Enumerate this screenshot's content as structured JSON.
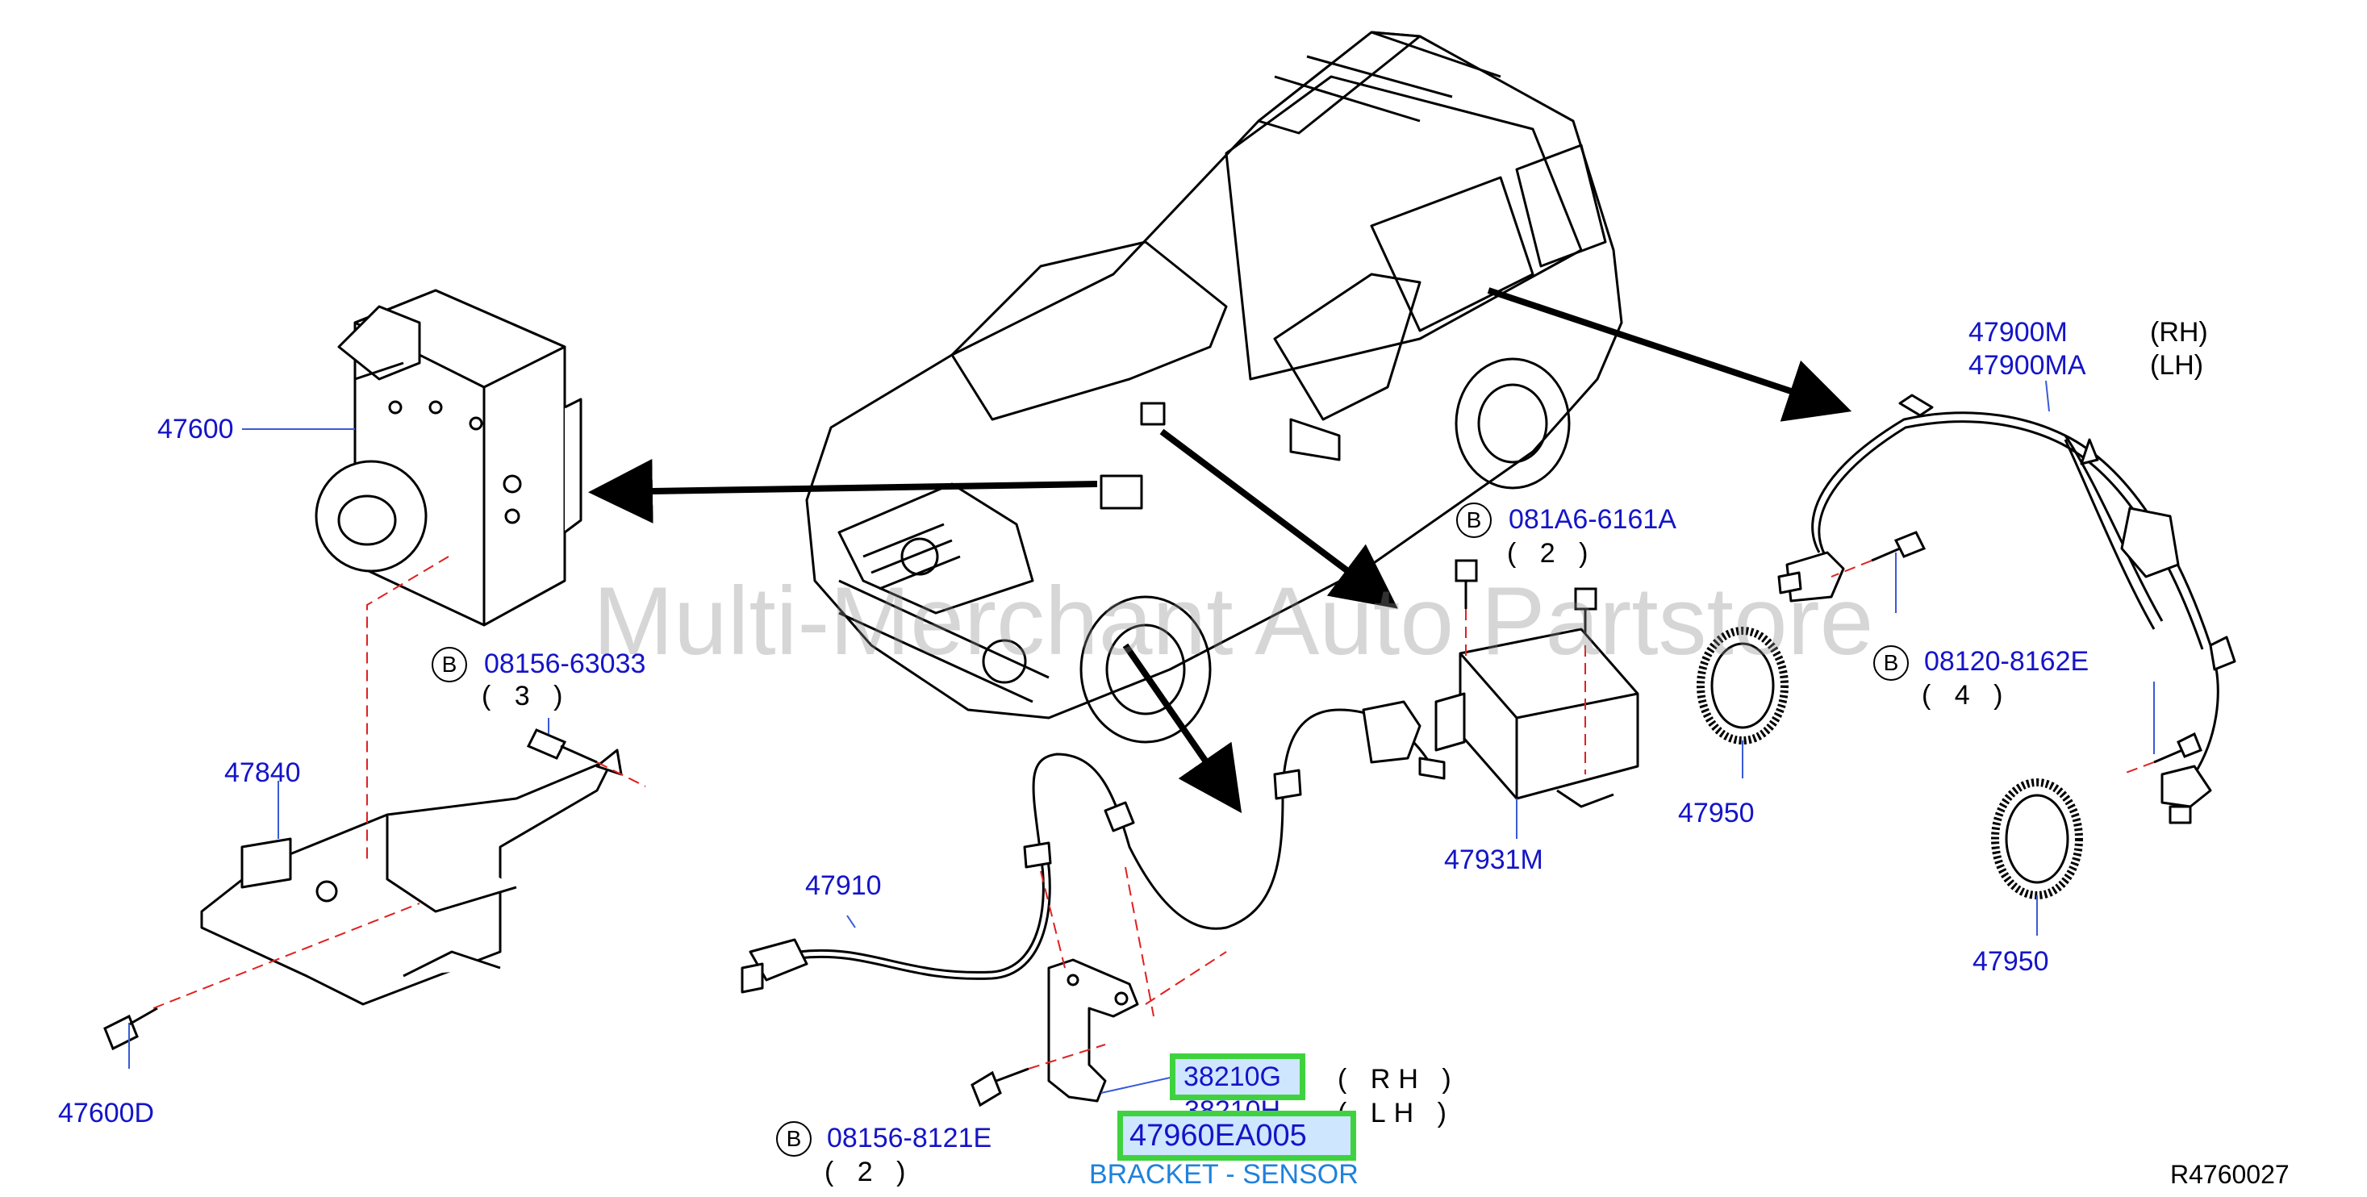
{
  "watermark": "Multi-Merchant Auto Partstore",
  "reference": "R4760027",
  "bolt_marker": "B",
  "labels": {
    "abs_actuator": "47600",
    "abs_bolt": "08156-63033",
    "abs_bolt_qty": "( 3 )",
    "abs_bracket": "47840",
    "bracket_bolt": "47600D",
    "harness_rh": "47900M",
    "harness_rh_side": "(RH)",
    "harness_lh": "47900MA",
    "harness_lh_side": "(LH)",
    "front_sensor_bolt": "08120-8162E",
    "front_sensor_bolt_qty": "( 4 )",
    "rotor_front": "47950",
    "rotor_rear": "47950",
    "yaw_sensor_bolt": "081A6-6161A",
    "yaw_sensor_bolt_qty": "( 2 )",
    "yaw_sensor": "47931M",
    "rear_sensor": "47910",
    "bracket_rh": "38210G",
    "bracket_rh_side": "( RH )",
    "bracket_lh": "38210H",
    "bracket_lh_side": "( LH )",
    "rear_bracket_bolt": "08156-8121E",
    "rear_bracket_bolt_qty": "( 2 )",
    "highlight_part": "47960EA005",
    "highlight_caption": "BRACKET - SENSOR"
  },
  "colors": {
    "part_number": "#1414c8",
    "highlight_border": "#3fd23f",
    "highlight_fill": "#cfe6ff",
    "caption": "#1e82dc",
    "dashed_line": "#e02020"
  }
}
